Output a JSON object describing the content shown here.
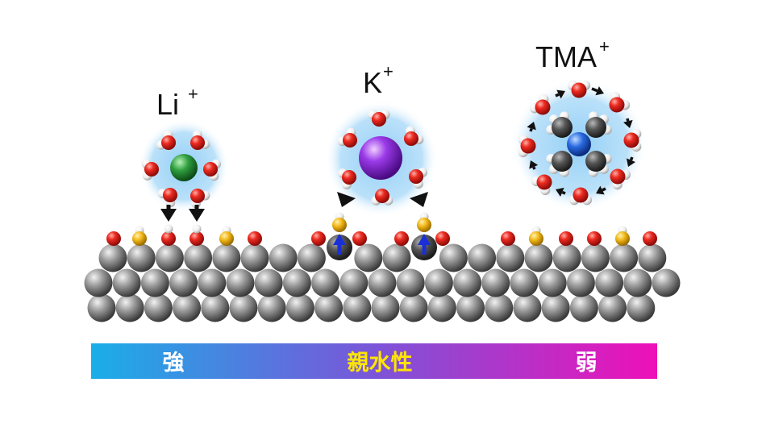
{
  "ions": [
    {
      "label_base": "Li",
      "label_sup": "+",
      "core_color": "#2e9e3e"
    },
    {
      "label_base": "K",
      "label_sup": "+",
      "core_color": "#8a2be2"
    },
    {
      "label_base": "TMA",
      "label_sup": "+",
      "core_color": "#1f5fd6"
    }
  ],
  "scale_bar": {
    "left_label": "強",
    "center_label": "親水性",
    "right_label": "弱",
    "gradient": [
      "#1aaee8",
      "#7b55d8",
      "#ee10b8"
    ],
    "left_label_color": "#ffffff",
    "center_label_color": "#ffe600",
    "right_label_color": "#ffffff"
  },
  "colors": {
    "substrate_atom": "#8a8a8a",
    "oxygen": "#e01818",
    "hydrogen": "#f4f4f4",
    "hydroxyl_site": "#f2b818",
    "water_glow": "#7ec4f2",
    "push_arrow": "#111111",
    "site_arrow": "#1a2fd6",
    "methyl_carbon": "#2b2b2b"
  }
}
